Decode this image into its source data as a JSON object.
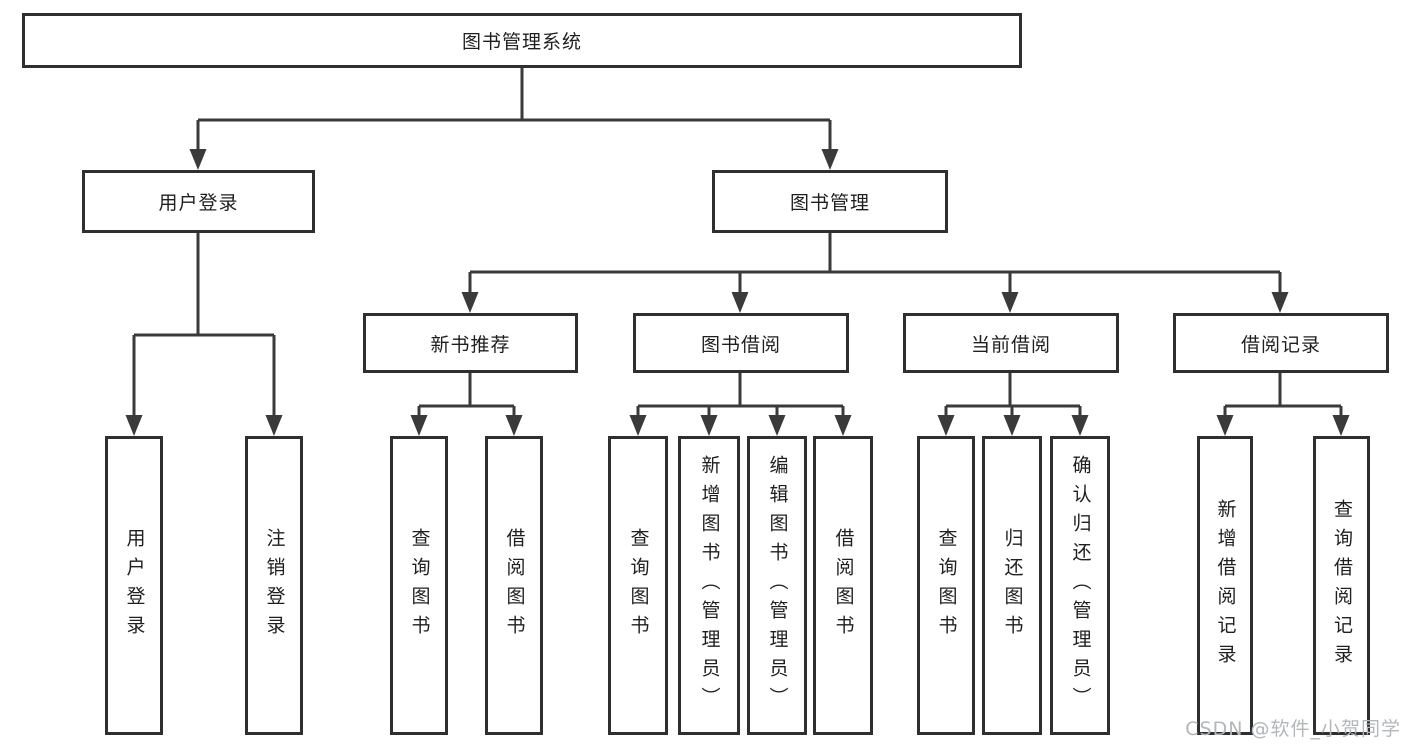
{
  "diagram": {
    "type": "hierarchy-tree",
    "root": {
      "label": "图书管理系统",
      "children": [
        {
          "label": "用户登录",
          "children": [
            {
              "label": "用户登录"
            },
            {
              "label": "注销登录"
            }
          ]
        },
        {
          "label": "图书管理",
          "children": [
            {
              "label": "新书推荐",
              "children": [
                {
                  "label": "查询图书"
                },
                {
                  "label": "借阅图书"
                }
              ]
            },
            {
              "label": "图书借阅",
              "children": [
                {
                  "label": "查询图书"
                },
                {
                  "label": "新增图书（管理员）"
                },
                {
                  "label": "编辑图书（管理员）"
                },
                {
                  "label": "借阅图书"
                }
              ]
            },
            {
              "label": "当前借阅",
              "children": [
                {
                  "label": "查询图书"
                },
                {
                  "label": "归还图书"
                },
                {
                  "label": "确认归还（管理员）"
                }
              ]
            },
            {
              "label": "借阅记录",
              "children": [
                {
                  "label": "新增借阅记录"
                },
                {
                  "label": "查询借阅记录"
                }
              ]
            }
          ]
        }
      ]
    }
  },
  "watermark": {
    "text": "CSDN @软件_小贺同学"
  },
  "colors": {
    "background": "#ffffff",
    "line": "#3a3a3a",
    "box_border": "#2f2f2f",
    "text": "#1f1f1f",
    "watermark_text": "#b3b7ba"
  }
}
